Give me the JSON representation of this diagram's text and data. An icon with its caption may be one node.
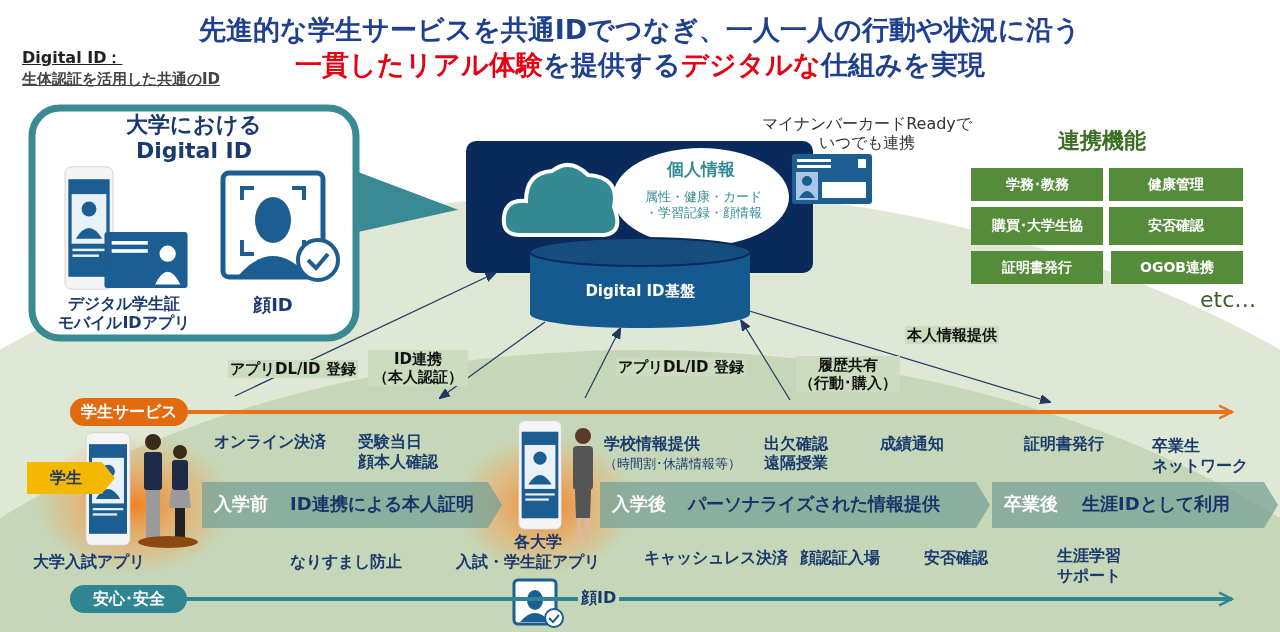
{
  "diagram": {
    "title": "先進的な学生サービスを共通IDでつなぎ、一人一人の行動や状況に沿う**一貫したリアル体験**を提供する**デジタルな**仕組みを実現",
    "nodes": [
      {
        "text": [
          "大学における Digital ID"
        ]
      },
      {
        "text": [
          "デジタル学生証モバイルIDアプリ"
        ],
        "in": 0
      },
      {
        "text": [
          "顔ID"
        ],
        "in": 0
      },
      {
        "text": [],
        "shape": "box"
      },
      {
        "text": [],
        "shape": "cloud",
        "in": 3
      },
      {
        "text": [
          "個人情報",
          "属性・健康・カード・学習記録・顔情報"
        ],
        "in": 3
      },
      {
        "text": [
          "Digital ID基盤"
        ]
      },
      {
        "text": [
          "学務･教務"
        ]
      },
      {
        "text": [
          "健康管理"
        ]
      },
      {
        "text": [
          "購買･大学生協"
        ]
      },
      {
        "text": [
          "安否確認"
        ]
      },
      {
        "text": [
          "証明書発行"
        ]
      },
      {
        "text": [
          "OGOB連携"
        ]
      },
      {
        "text": [
          "学生サービス"
        ]
      },
      {
        "text": [
          "安心･安全"
        ]
      },
      {
        "text": [
          "学生"
        ]
      },
      {
        "text": [
          "入学前",
          "ID連携による本人証明"
        ]
      },
      {
        "text": [
          "入学後",
          "パーソナライズされた情報提供"
        ]
      },
      {
        "text": [
          "卒業後",
          "生涯IDとして利用"
        ]
      },
      {
        "text": [],
        "shape": "triangle"
      }
    ],
    "edges": [
      {
        "from": null,
        "to": 3,
        "arrow": "to",
        "label": "アプリDL/ID 登録"
      },
      {
        "from": 6,
        "to": null,
        "arrow": "to",
        "label": "ID連携（本人認証）"
      },
      {
        "from": null,
        "to": 6,
        "arrow": "to",
        "label": "アプリDL/ID 登録"
      },
      {
        "from": null,
        "to": 6,
        "arrow": "to",
        "label": "履歴共有（行動･購入）"
      },
      {
        "from": 6,
        "to": null,
        "arrow": "to",
        "label": "本人情報提供"
      },
      {
        "from": 13,
        "to": null,
        "arrow": "to",
        "style": "thick",
        "color": "#e8711a"
      },
      {
        "from": 14,
        "to": null,
        "arrow": "to",
        "style": "thick",
        "color": "#2f8591"
      }
    ],
    "labels": [
      "Digital ID：",
      "生体認証を活用した共通のID",
      "マイナンバーカードReadyでいつでも連携",
      "連携機能",
      "etc…",
      "オンライン決済",
      "受験当日",
      "顔本人確認",
      "学校情報提供",
      "（時間割･休講情報等）",
      "出欠確認遠隔授業",
      "成績通知",
      "証明書発行",
      "卒業生",
      "ネットワーク",
      "大学入試アプリ",
      "なりすまし防止",
      "各大学",
      "入試・学生証アプリ",
      "キャッシュレス決済",
      "顔認証入場",
      "安否確認",
      "生涯学習",
      "サポート",
      "顔ID"
    ]
  }
}
